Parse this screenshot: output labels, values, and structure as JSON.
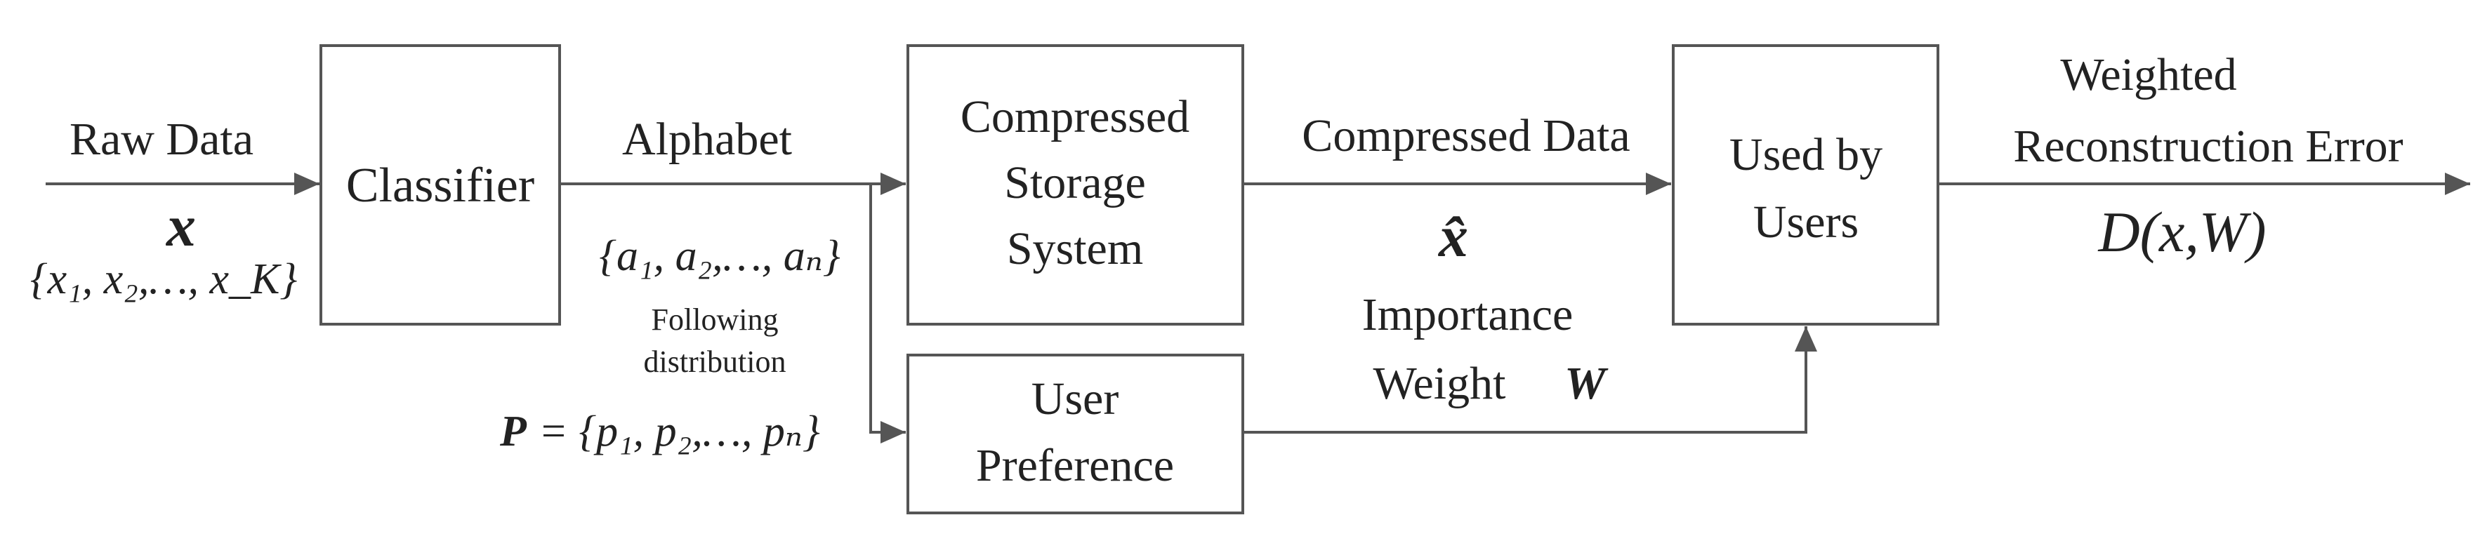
{
  "diagram": {
    "input": {
      "label": "Raw Data",
      "symbol": "x",
      "set": "{x₁, x₂,…, x_K}"
    },
    "classifier": {
      "label": "Classifier"
    },
    "alphabet": {
      "label": "Alphabet",
      "set": "{a₁, a₂,…, aₙ}",
      "note_line1": "Following",
      "note_line2": "distribution",
      "prob_symbol": "P",
      "prob_set": "= {p₁, p₂,…, pₙ}"
    },
    "storage": {
      "line1": "Compressed",
      "line2": "Storage",
      "line3": "System"
    },
    "preference": {
      "line1": "User",
      "line2": "Preference"
    },
    "compressed": {
      "label": "Compressed Data",
      "symbol": "x̂"
    },
    "importance": {
      "line1": "Importance",
      "line2": "Weight",
      "symbol": "W"
    },
    "users": {
      "line1": "Used by",
      "line2": "Users"
    },
    "error": {
      "line1": "Weighted",
      "line2": "Reconstruction Error",
      "formula": "D(x,W)"
    }
  }
}
